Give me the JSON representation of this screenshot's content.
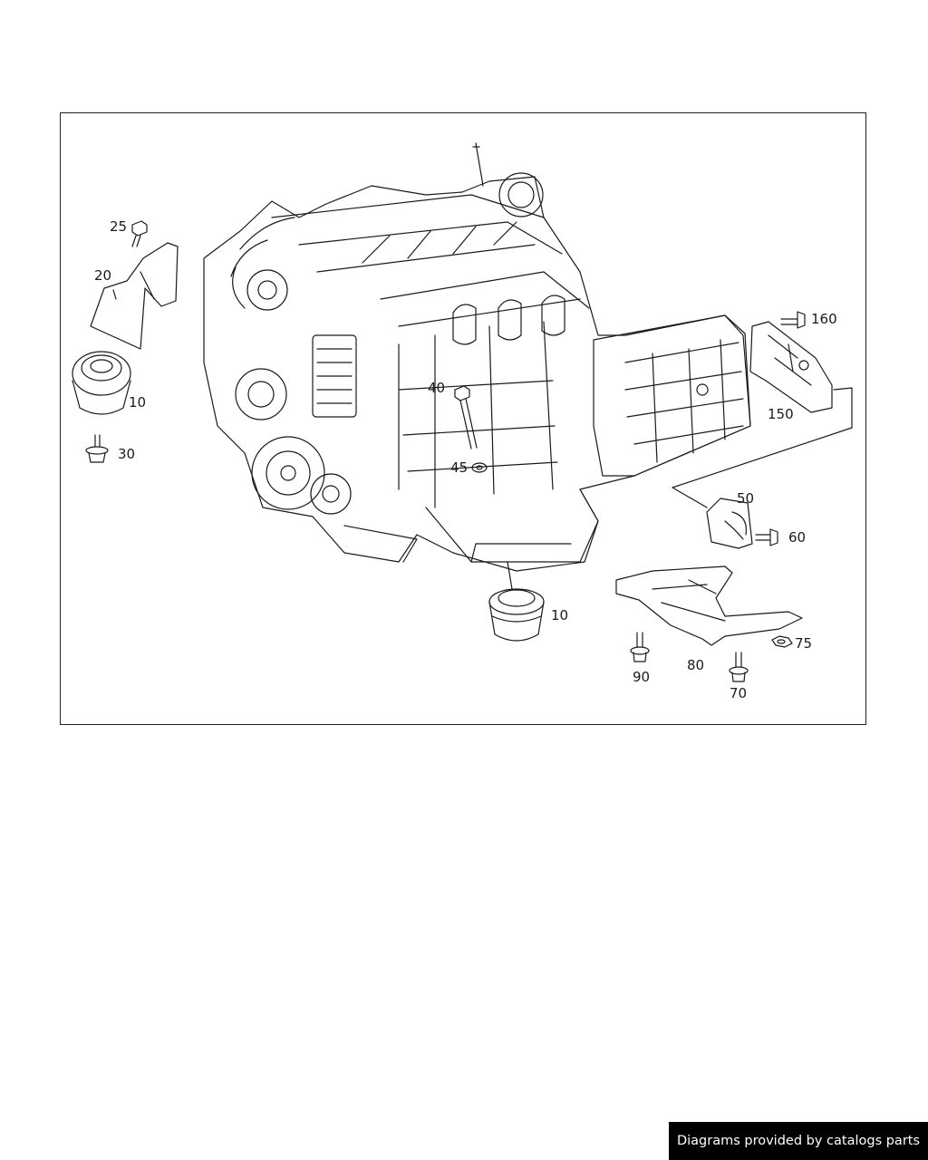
{
  "callouts": {
    "c25": "25",
    "c20": "20",
    "c10_left": "10",
    "c30": "30",
    "c40": "40",
    "c45": "45",
    "c10_bottom": "10",
    "c160": "160",
    "c150": "150",
    "c50": "50",
    "c60": "60",
    "c80": "80",
    "c75": "75",
    "c90": "90",
    "c70": "70"
  },
  "footer": {
    "text": "Diagrams provided by catalogs parts"
  },
  "colors": {
    "line": "#1a1a1a",
    "background": "#ffffff",
    "banner": "#000000"
  }
}
